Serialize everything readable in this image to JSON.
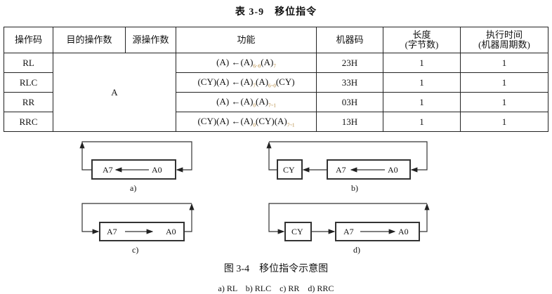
{
  "table_title": "表 3-9　移位指令",
  "headers": [
    "操作码",
    "目的操作数",
    "源操作数",
    "功能",
    "机器码",
    "长度\n(字节数)",
    "执行时间\n(机器周期数)"
  ],
  "operand": "A",
  "rows": [
    {
      "op": "RL",
      "func": [
        "(A) ←(A)",
        "6~0",
        "(A)",
        "7",
        ""
      ],
      "code": "23H",
      "len": "1",
      "time": "1"
    },
    {
      "op": "RLC",
      "func": [
        "(CY)(A) ←(A)",
        "7",
        "(A)",
        "6~0",
        "(CY)"
      ],
      "code": "33H",
      "len": "1",
      "time": "1"
    },
    {
      "op": "RR",
      "func": [
        "(A) ←(A)",
        "0",
        "(A)",
        "7~1",
        ""
      ],
      "code": "03H",
      "len": "1",
      "time": "1"
    },
    {
      "op": "RRC",
      "func": [
        "(CY)(A) ←(A)",
        "0",
        "(CY)(A)",
        "7~1",
        ""
      ],
      "code": "13H",
      "len": "1",
      "time": "1"
    }
  ],
  "diagram": {
    "a7": "A7",
    "a0": "A0",
    "cy": "CY",
    "labels": [
      "a)",
      "b)",
      "c)",
      "d)"
    ]
  },
  "caption": "图 3-4　移位指令示意图",
  "subcaption": "a) RL　b) RLC　c) RR　d) RRC"
}
